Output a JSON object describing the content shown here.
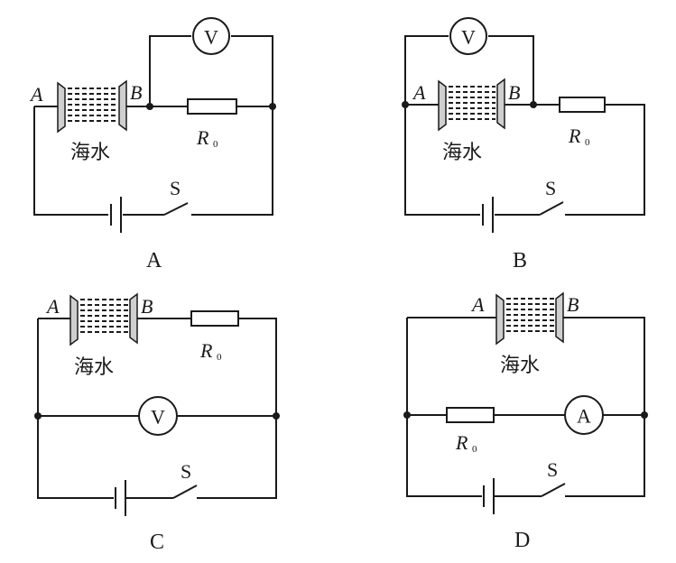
{
  "circuits": [
    {
      "caption": "A",
      "terminal_a": "A",
      "terminal_b": "B",
      "sample_label": "海水",
      "resistor_label": "R",
      "resistor_sub": "0",
      "switch_label": "S",
      "meter_label": "V",
      "meter_type": "voltmeter",
      "meter_position": "across R0"
    },
    {
      "caption": "B",
      "terminal_a": "A",
      "terminal_b": "B",
      "sample_label": "海水",
      "resistor_label": "R",
      "resistor_sub": "0",
      "switch_label": "S",
      "meter_label": "V",
      "meter_type": "voltmeter",
      "meter_position": "across seawater"
    },
    {
      "caption": "C",
      "terminal_a": "A",
      "terminal_b": "B",
      "sample_label": "海水",
      "resistor_label": "R",
      "resistor_sub": "0",
      "switch_label": "S",
      "meter_label": "V",
      "meter_type": "voltmeter",
      "meter_position": "across battery"
    },
    {
      "caption": "D",
      "terminal_a": "A",
      "terminal_b": "B",
      "sample_label": "海水",
      "resistor_label": "R",
      "resistor_sub": "0",
      "switch_label": "S",
      "meter_label": "A",
      "meter_type": "ammeter",
      "meter_position": "in series with R0, parallel to seawater"
    }
  ]
}
